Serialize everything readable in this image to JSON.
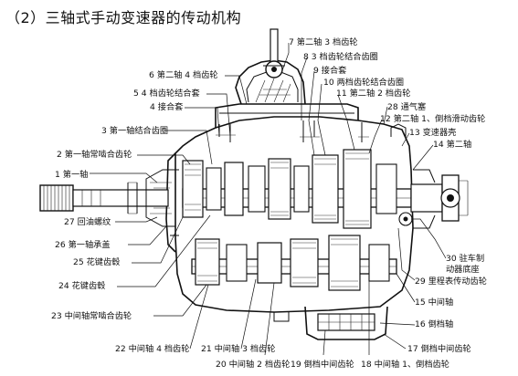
{
  "title": "（2）三轴式手动变速器的传动机构",
  "labels": {
    "l1": "1 第一轴",
    "l2": "2 第一轴常啮合齿轮",
    "l3": "3 第一轴结合齿圈",
    "l4": "4 接合套",
    "l5": "5 4 档齿轮结合套",
    "l6": "6 第二轴 4 档齿轮",
    "l7": "7 第二轴 3 档齿轮",
    "l8": "8  3 档齿轮结合齿圈",
    "l9": "9 接合套",
    "l10": "10 两档齿轮结合齿圈",
    "l11": "11 第二轴 2 档齿轮",
    "l12": "12  第二轴 1、倒档滑动齿轮",
    "l13": "13 变速器壳",
    "l14": "14 第二轴",
    "l15": "15 中间轴",
    "l16": "16 倒档轴",
    "l17": "17 倒档中间齿轮",
    "l18": "18 中间轴 1、倒档齿轮",
    "l19": "19  倒档中间齿轮",
    "l20": "20 中间轴 2 档齿轮",
    "l21": "21 中间轴 3 档齿轮",
    "l22": "22  中间轴 4 档齿轮",
    "l23": "23  中间轴常啮合齿轮",
    "l24": "24 花键齿毂",
    "l25": "25 花键齿毂",
    "l26": "26  第一轴承盖",
    "l27": "27 回油螺纹",
    "l28": "28 通气塞",
    "l29": "29 里程表传动齿轮",
    "l30a": "30 驻车制",
    "l30b": "动器底座"
  }
}
